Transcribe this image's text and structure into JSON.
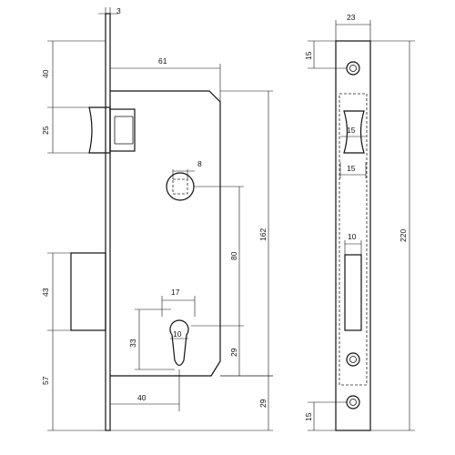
{
  "colors": {
    "line": "#111111",
    "background": "#ffffff"
  },
  "dimensions": {
    "faceplate_thickness": "3",
    "top_to_latch": "40",
    "latch_height": "25",
    "backset": "61",
    "handle_spindle": "8",
    "body_height": "162",
    "spindle_to_cylinder": "80",
    "deadbolt_height": "43",
    "cylinder_width": "17",
    "cylinder_height": "33",
    "cylinder_pin": "10",
    "cylinder_to_bottom": "29",
    "bottom_to_deadbolt": "57",
    "cylinder_backset": "40",
    "lower_offset": "29",
    "faceplate_width": "23",
    "top_screw_offset": "15",
    "latch_slot_width": "15",
    "latch_slot_width_lower": "15",
    "bolt_slot_width": "10",
    "faceplate_height": "220",
    "bottom_screw_offset": "15"
  }
}
